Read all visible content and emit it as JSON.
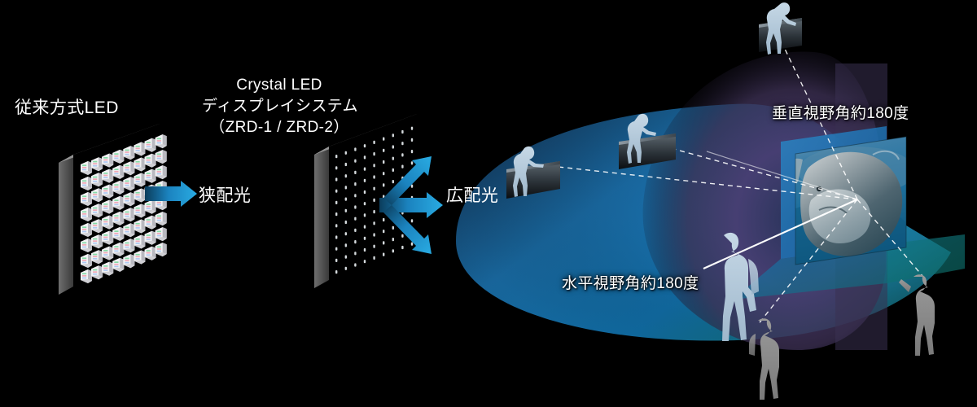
{
  "figure": {
    "title_conventional": "従来方式LED",
    "title_crystal_lines": [
      "Crystal LED",
      "ディスプレイシステム",
      "（ZRD-1 / ZRD-2）"
    ],
    "label_narrow_beam": "狭配光",
    "label_wide_beam": "広配光",
    "label_vertical_fov": "垂直視野角約180度",
    "label_horizontal_fov": "水平視野角約180度",
    "icons": {
      "narrow_arrow": "arrow-right-icon",
      "wide_arrow_up": "arrow-up-right-icon",
      "wide_arrow_mid": "arrow-right-icon",
      "wide_arrow_down": "arrow-down-right-icon"
    },
    "colors": {
      "background": "#000000",
      "text": "#ffffff",
      "arrow_bright": "#29ABE2",
      "arrow_dark": "#0d4a6b",
      "panel_edge": "#8a8a8a",
      "panel_edge_dark": "#4a4a4a",
      "led_body": "#e8e8ea",
      "led_red": "#f2a6b4",
      "led_green": "#8fe0a8",
      "led_blue": "#a8c4f0",
      "microled_dot": "#e6ecef",
      "silhouette_light": "#b9cfe0",
      "silhouette_gray": "#8e8e8e",
      "fov_vertical_plane": "#4b3f6b",
      "fov_horizontal_ellipse": "#1a6ea8",
      "fov_teal": "#157d82",
      "screen_blue": "#1a8fd1",
      "guide_line": "#ffffff"
    },
    "panels": {
      "conventional": {
        "rows": 8,
        "cols": 8,
        "type": "discrete-led-package-grid"
      },
      "crystal": {
        "rows": 11,
        "cols": 9,
        "type": "micro-led-dot-grid"
      }
    },
    "viewers": [
      {
        "name": "viewer-top-railing",
        "tone": "light-blue"
      },
      {
        "name": "viewer-upper-left-railing",
        "tone": "light-blue"
      },
      {
        "name": "viewer-far-left-railing",
        "tone": "light-blue"
      },
      {
        "name": "viewer-front-center",
        "tone": "light-blue"
      },
      {
        "name": "viewer-bottom-center",
        "tone": "gray"
      },
      {
        "name": "viewer-bottom-right",
        "tone": "gray"
      }
    ],
    "screen_content": "whale-underwater-image"
  }
}
